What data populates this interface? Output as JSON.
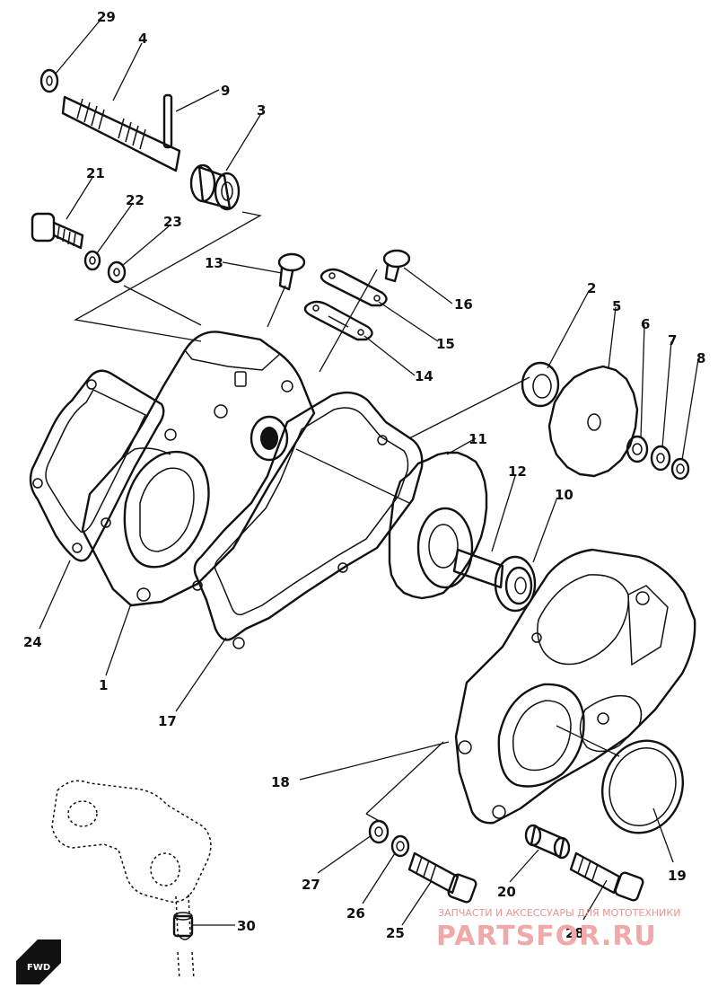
{
  "callouts": {
    "c1": "1",
    "c2": "2",
    "c3": "3",
    "c4": "4",
    "c5": "5",
    "c6": "6",
    "c7": "7",
    "c8": "8",
    "c9": "9",
    "c10": "10",
    "c11": "11",
    "c12": "12",
    "c13": "13",
    "c14": "14",
    "c15": "15",
    "c16": "16",
    "c17": "17",
    "c18": "18",
    "c19": "19",
    "c20": "20",
    "c21": "21",
    "c22": "22",
    "c23": "23",
    "c24": "24",
    "c25": "25",
    "c26": "26",
    "c27": "27",
    "c28": "28",
    "c29": "29",
    "c30": "30"
  },
  "direction_marker": "FWD",
  "watermark": {
    "tagline": "ЗАПЧАСТИ И АКСЕССУАРЫ ДЛЯ МОТОТЕХНИКИ",
    "brand": "PARTSFOR.RU"
  }
}
